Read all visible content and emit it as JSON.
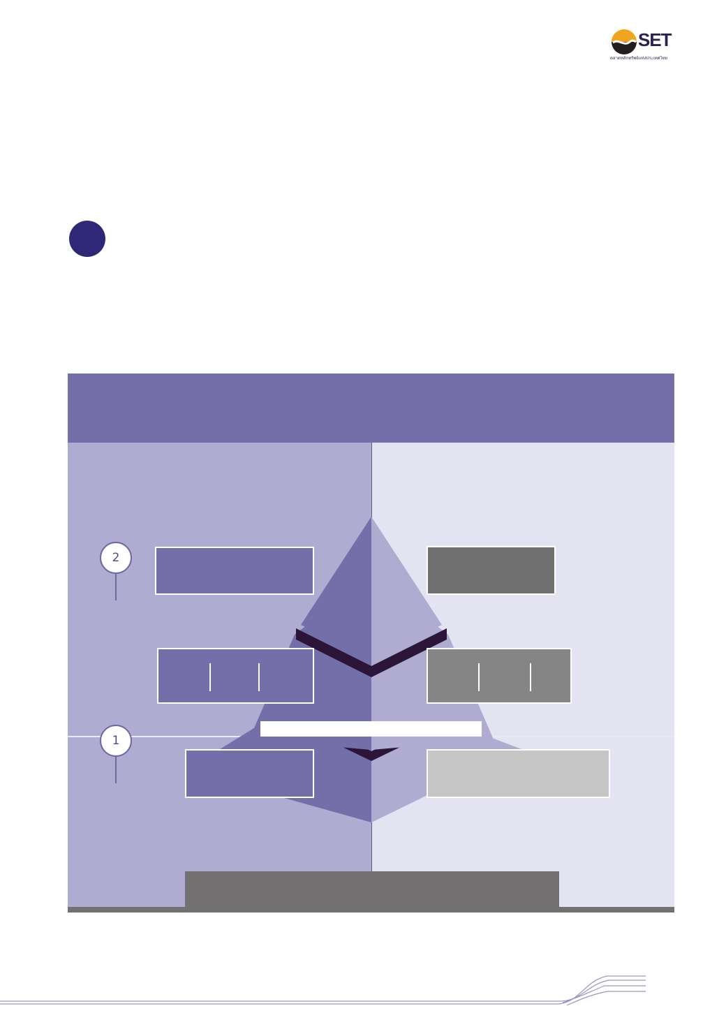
{
  "logo": {
    "wordmark": "SET",
    "tagline": "ตลาดหลักทรัพย์แห่งประเทศไทย"
  },
  "diagram": {
    "levels": [
      {
        "marker": "2"
      },
      {
        "marker": "1"
      }
    ]
  },
  "colors": {
    "navy": "#2e2877",
    "header_purple": "#756fa9",
    "left_bg": "#b0abd1",
    "right_bg": "#e4e3f1",
    "pyramid_dark": "#746ea9",
    "pyramid_light": "#b0abd1",
    "chevron": "#2b1539",
    "box_gray_dark": "#717071",
    "box_gray_mid": "#858586",
    "box_gray_light": "#c6c6c6",
    "base_gray": "#727071"
  }
}
